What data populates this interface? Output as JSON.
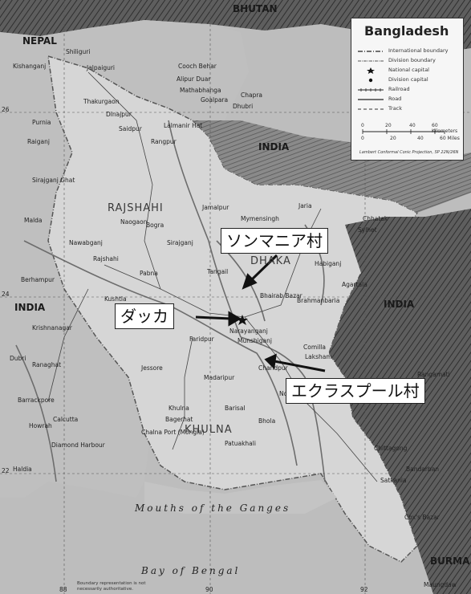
{
  "map": {
    "legend": {
      "title": "Bangladesh",
      "items": [
        {
          "label": "International boundary",
          "symbol": "intl"
        },
        {
          "label": "Division boundary",
          "symbol": "division"
        },
        {
          "label": "National capital",
          "symbol": "star"
        },
        {
          "label": "Division capital",
          "symbol": "dot"
        },
        {
          "label": "Railroad",
          "symbol": "rail"
        },
        {
          "label": "Road",
          "symbol": "road"
        },
        {
          "label": "Track",
          "symbol": "track"
        }
      ],
      "scale_km": [
        "0",
        "20",
        "40",
        "60 Kilometers"
      ],
      "scale_mi": [
        "0",
        "20",
        "40",
        "60 Miles"
      ],
      "projection": "Lambert Conformal Conic Projection, SP 22N/26N"
    },
    "countries": {
      "nepal": "NEPAL",
      "bhutan": "BHUTAN",
      "india_north": "INDIA",
      "india_west": "INDIA",
      "india_east": "INDIA",
      "burma": "BURMA"
    },
    "divisions": {
      "rajshahi": "RAJSHAHI",
      "dhaka": "DHAKA",
      "khulna": "KHULNA"
    },
    "waters": {
      "mouths": "Mouths of the Ganges",
      "bay": "Bay of Bengal"
    },
    "cities": [
      "Shiliguri",
      "Jalpaiguri",
      "Kishanganj",
      "Thakurgaon",
      "Cooch Behar",
      "Alipur Duar",
      "Dinajpur",
      "Saidpur",
      "Lalmanir Hat",
      "Rangpur",
      "Dhubri",
      "Purnia",
      "Raiganj",
      "Malda",
      "Nawabganj",
      "Rajshahi",
      "Naogaon",
      "Bogra",
      "Jamalpur",
      "Mymensingh",
      "Sirajganj",
      "Pabna",
      "Kushtia",
      "Tangail",
      "Jaria",
      "Sylhet",
      "Habiganj",
      "Bhairab Bazar",
      "Narayanganj",
      "Munshiganj",
      "Faridpur",
      "Jessore",
      "Madaripur",
      "Chandpur",
      "Comilla",
      "Laksham",
      "Noakhali",
      "Khulna",
      "Bagerhat",
      "Barisal",
      "Bhola",
      "Patuakhali",
      "Calcutta",
      "Howrah",
      "Haldia",
      "Chittagong",
      "Cox's Bazar",
      "Rangamati",
      "Agartala",
      "Bandarban",
      "Satkania",
      "Maungdaw",
      "Krishnanagar",
      "Berhampur",
      "Ranaghat",
      "Barrackpore",
      "Dubri",
      "Chhatak",
      "Diamond Harbour",
      "Chalna Port (Mongla)",
      "Brahmanbaria",
      "Goalpara",
      "Mathabhanga",
      "Chapra",
      "Sirajganj Ghat"
    ],
    "grid_lat": [
      "26",
      "24",
      "22"
    ],
    "grid_lon": [
      "88",
      "90",
      "92"
    ],
    "note": "Boundary representation is not necessarily authoritative."
  },
  "callouts": {
    "village1": "ソンマニア村",
    "dhaka": "ダッカ",
    "village2": "エクラスプール村"
  },
  "colors": {
    "land": "#cfcfcf",
    "sea": "#bdbdbd",
    "relief": "#4a4a4a"
  }
}
